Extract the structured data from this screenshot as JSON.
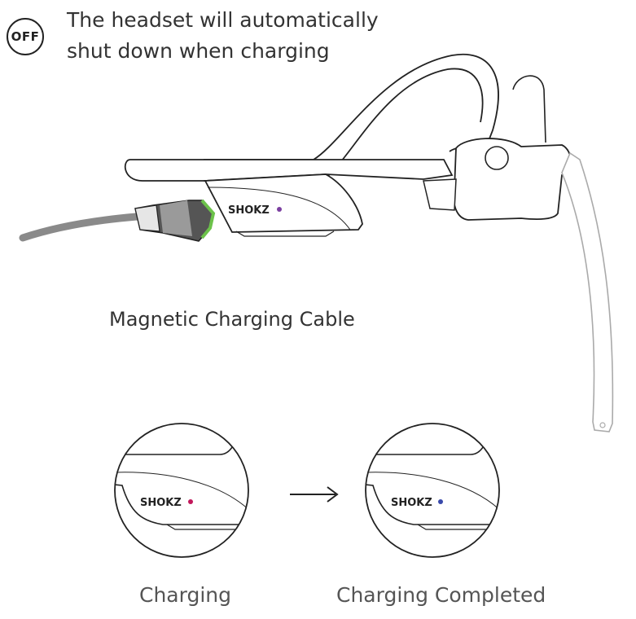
{
  "notice": {
    "badge": "OFF",
    "line1": "The headset will automatically",
    "line2": "shut down when charging"
  },
  "cable_label": "Magnetic Charging Cable",
  "brand": "SHOKZ",
  "states": {
    "charging": {
      "label": "Charging",
      "led_color": "#c2185b"
    },
    "completed": {
      "label": "Charging Completed",
      "led_color": "#3949ab"
    }
  },
  "colors": {
    "connector_ring": "#6cc24a",
    "cable": "#8a8a8a",
    "outline": "#222222"
  },
  "icons": [
    "power-off-icon",
    "arrow-right-icon"
  ]
}
